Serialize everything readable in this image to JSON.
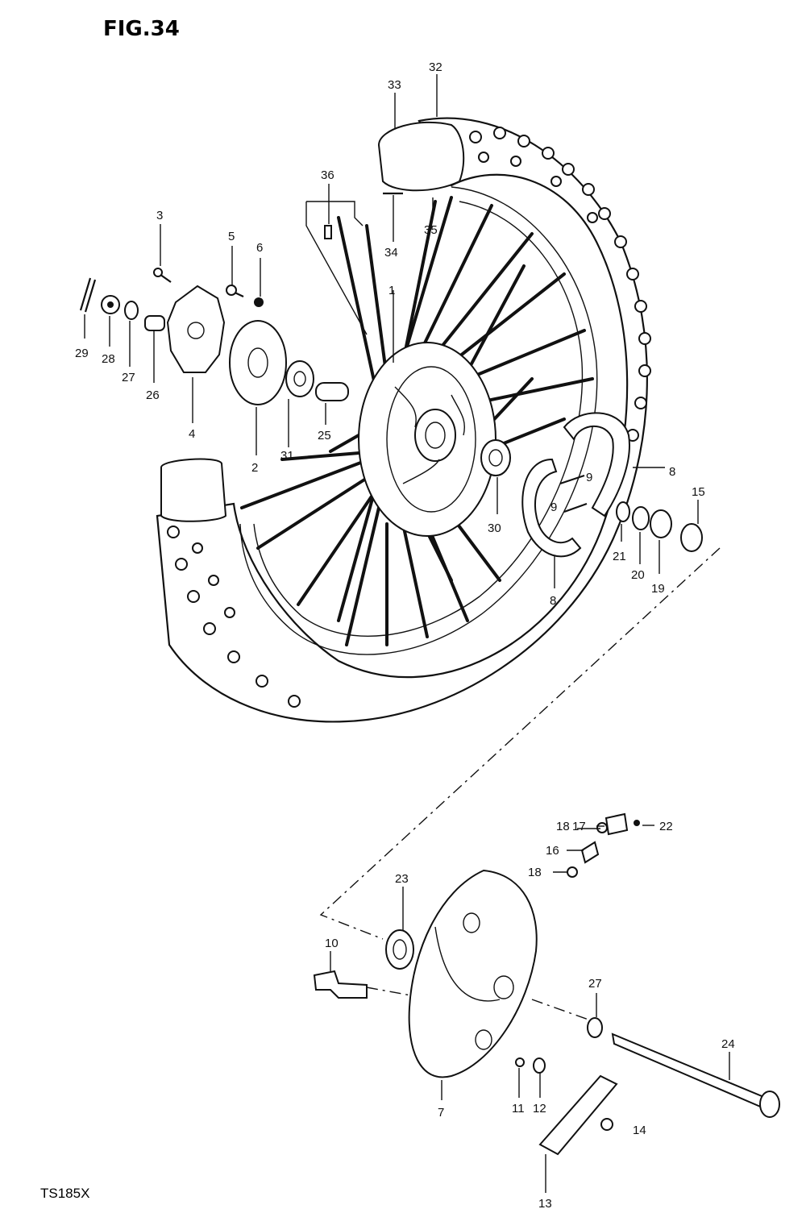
{
  "figure": {
    "title": "FIG.34",
    "model": "TS185X"
  },
  "callouts": [
    {
      "id": "c1",
      "text": "1"
    },
    {
      "id": "c2",
      "text": "2"
    },
    {
      "id": "c3",
      "text": "3"
    },
    {
      "id": "c4",
      "text": "4"
    },
    {
      "id": "c5",
      "text": "5"
    },
    {
      "id": "c6",
      "text": "6"
    },
    {
      "id": "c7",
      "text": "7"
    },
    {
      "id": "c8a",
      "text": "8"
    },
    {
      "id": "c8b",
      "text": "8"
    },
    {
      "id": "c9a",
      "text": "9"
    },
    {
      "id": "c9b",
      "text": "9"
    },
    {
      "id": "c10",
      "text": "10"
    },
    {
      "id": "c11",
      "text": "11"
    },
    {
      "id": "c12",
      "text": "12"
    },
    {
      "id": "c13",
      "text": "13"
    },
    {
      "id": "c14",
      "text": "14"
    },
    {
      "id": "c15",
      "text": "15"
    },
    {
      "id": "c16",
      "text": "16"
    },
    {
      "id": "c17",
      "text": "17"
    },
    {
      "id": "c18a",
      "text": "18"
    },
    {
      "id": "c18b",
      "text": "18"
    },
    {
      "id": "c19",
      "text": "19"
    },
    {
      "id": "c20",
      "text": "20"
    },
    {
      "id": "c21",
      "text": "21"
    },
    {
      "id": "c22",
      "text": "22"
    },
    {
      "id": "c23",
      "text": "23"
    },
    {
      "id": "c24",
      "text": "24"
    },
    {
      "id": "c25",
      "text": "25"
    },
    {
      "id": "c26",
      "text": "26"
    },
    {
      "id": "c27a",
      "text": "27"
    },
    {
      "id": "c27b",
      "text": "27"
    },
    {
      "id": "c28",
      "text": "28"
    },
    {
      "id": "c29",
      "text": "29"
    },
    {
      "id": "c30",
      "text": "30"
    },
    {
      "id": "c31",
      "text": "31"
    },
    {
      "id": "c32",
      "text": "32"
    },
    {
      "id": "c33",
      "text": "33"
    },
    {
      "id": "c34",
      "text": "34"
    },
    {
      "id": "c35",
      "text": "35"
    },
    {
      "id": "c36",
      "text": "36"
    }
  ]
}
